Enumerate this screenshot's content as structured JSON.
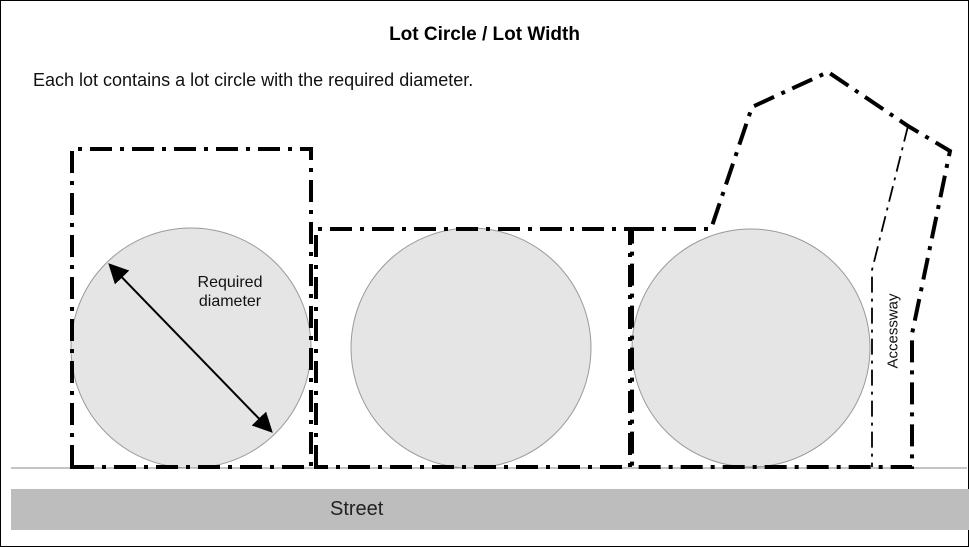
{
  "title": "Lot Circle / Lot Width",
  "caption": "Each lot contains a lot circle with the required diameter.",
  "labels": {
    "required_diameter": "Required diameter",
    "accessway": "Accessway",
    "street": "Street"
  },
  "colors": {
    "circle_fill": "#e5e5e5",
    "circle_stroke": "#9a9a9a",
    "street_fill": "#bdbdbd",
    "lot_line": "#000000"
  }
}
